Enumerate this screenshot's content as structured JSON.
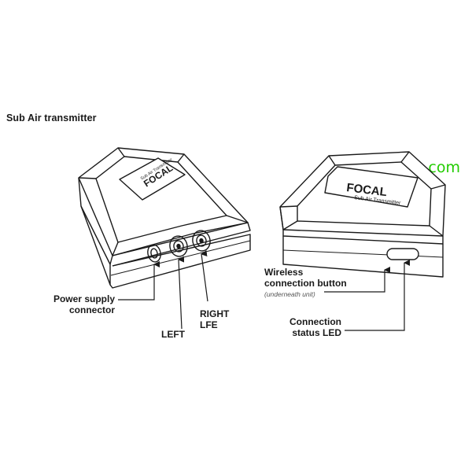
{
  "heading": "Sub Air transmitter",
  "watermark": "novomusica.com",
  "device_left": {
    "brand": "FOCAL",
    "product": "Sub Air Transmitter"
  },
  "device_right": {
    "brand": "FOCAL",
    "product": "Sub Air Transmitter"
  },
  "callouts": {
    "power_line1": "Power supply",
    "power_line2": "connector",
    "left": "LEFT",
    "right_line1": "RIGHT",
    "right_line2": "LFE",
    "wireless_line1": "Wireless",
    "wireless_line2": "connection button",
    "wireless_note": "(underneath unit)",
    "led_line1": "Connection",
    "led_line2": "status LED"
  },
  "colors": {
    "line": "#1a1a1a",
    "watermark": "#22cc00"
  }
}
